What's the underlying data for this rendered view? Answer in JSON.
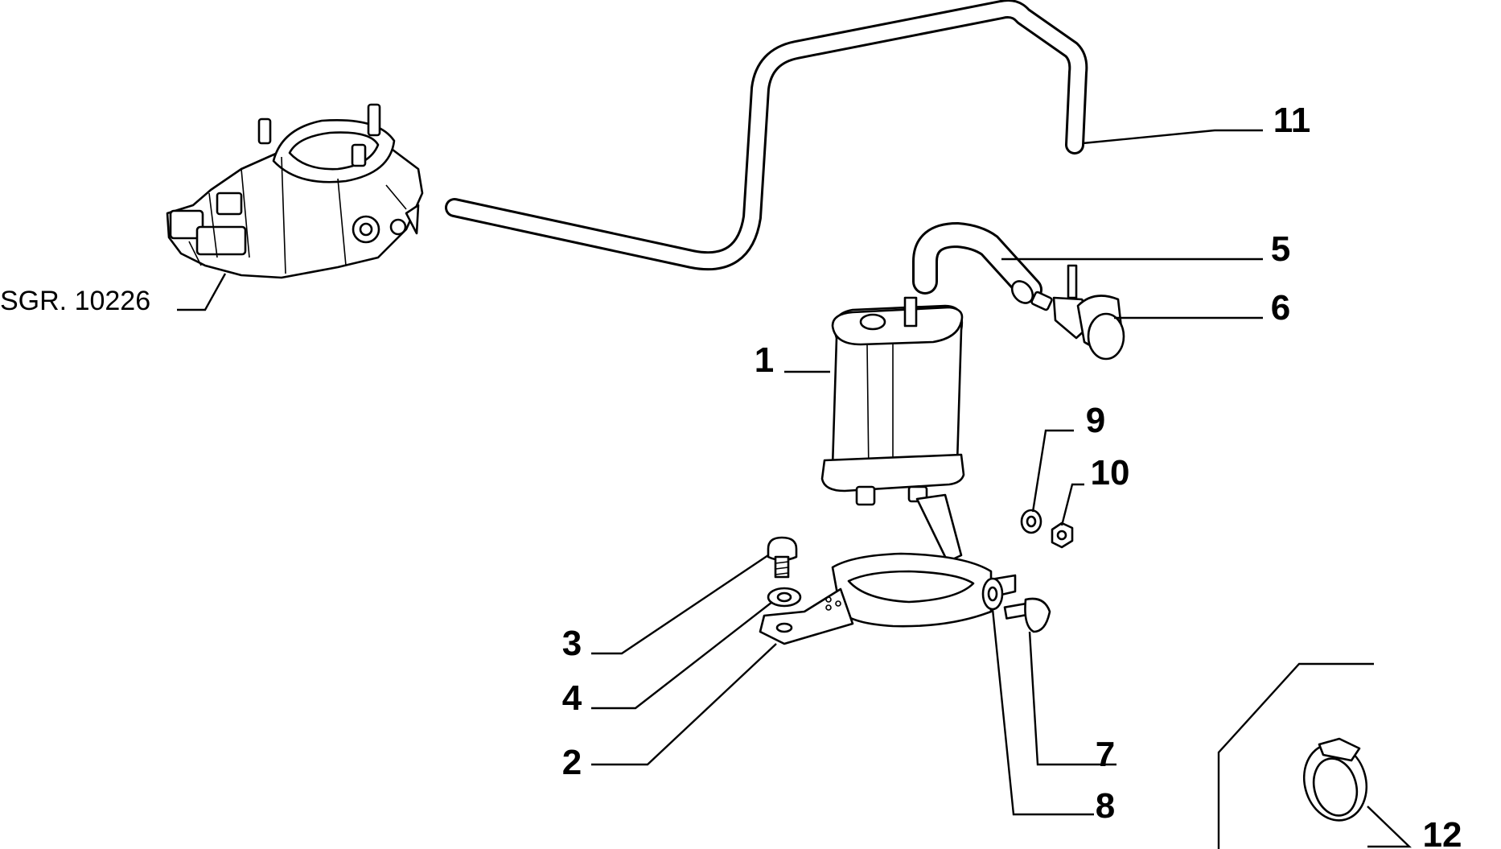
{
  "diagram": {
    "reference_label": "SGR. 10226",
    "callouts": [
      {
        "id": "1",
        "text": "1"
      },
      {
        "id": "2",
        "text": "2"
      },
      {
        "id": "3",
        "text": "3"
      },
      {
        "id": "4",
        "text": "4"
      },
      {
        "id": "5",
        "text": "5"
      },
      {
        "id": "6",
        "text": "6"
      },
      {
        "id": "7",
        "text": "7"
      },
      {
        "id": "8",
        "text": "8"
      },
      {
        "id": "9",
        "text": "9"
      },
      {
        "id": "10",
        "text": "10"
      },
      {
        "id": "11",
        "text": "11"
      },
      {
        "id": "12",
        "text": "12"
      }
    ]
  }
}
